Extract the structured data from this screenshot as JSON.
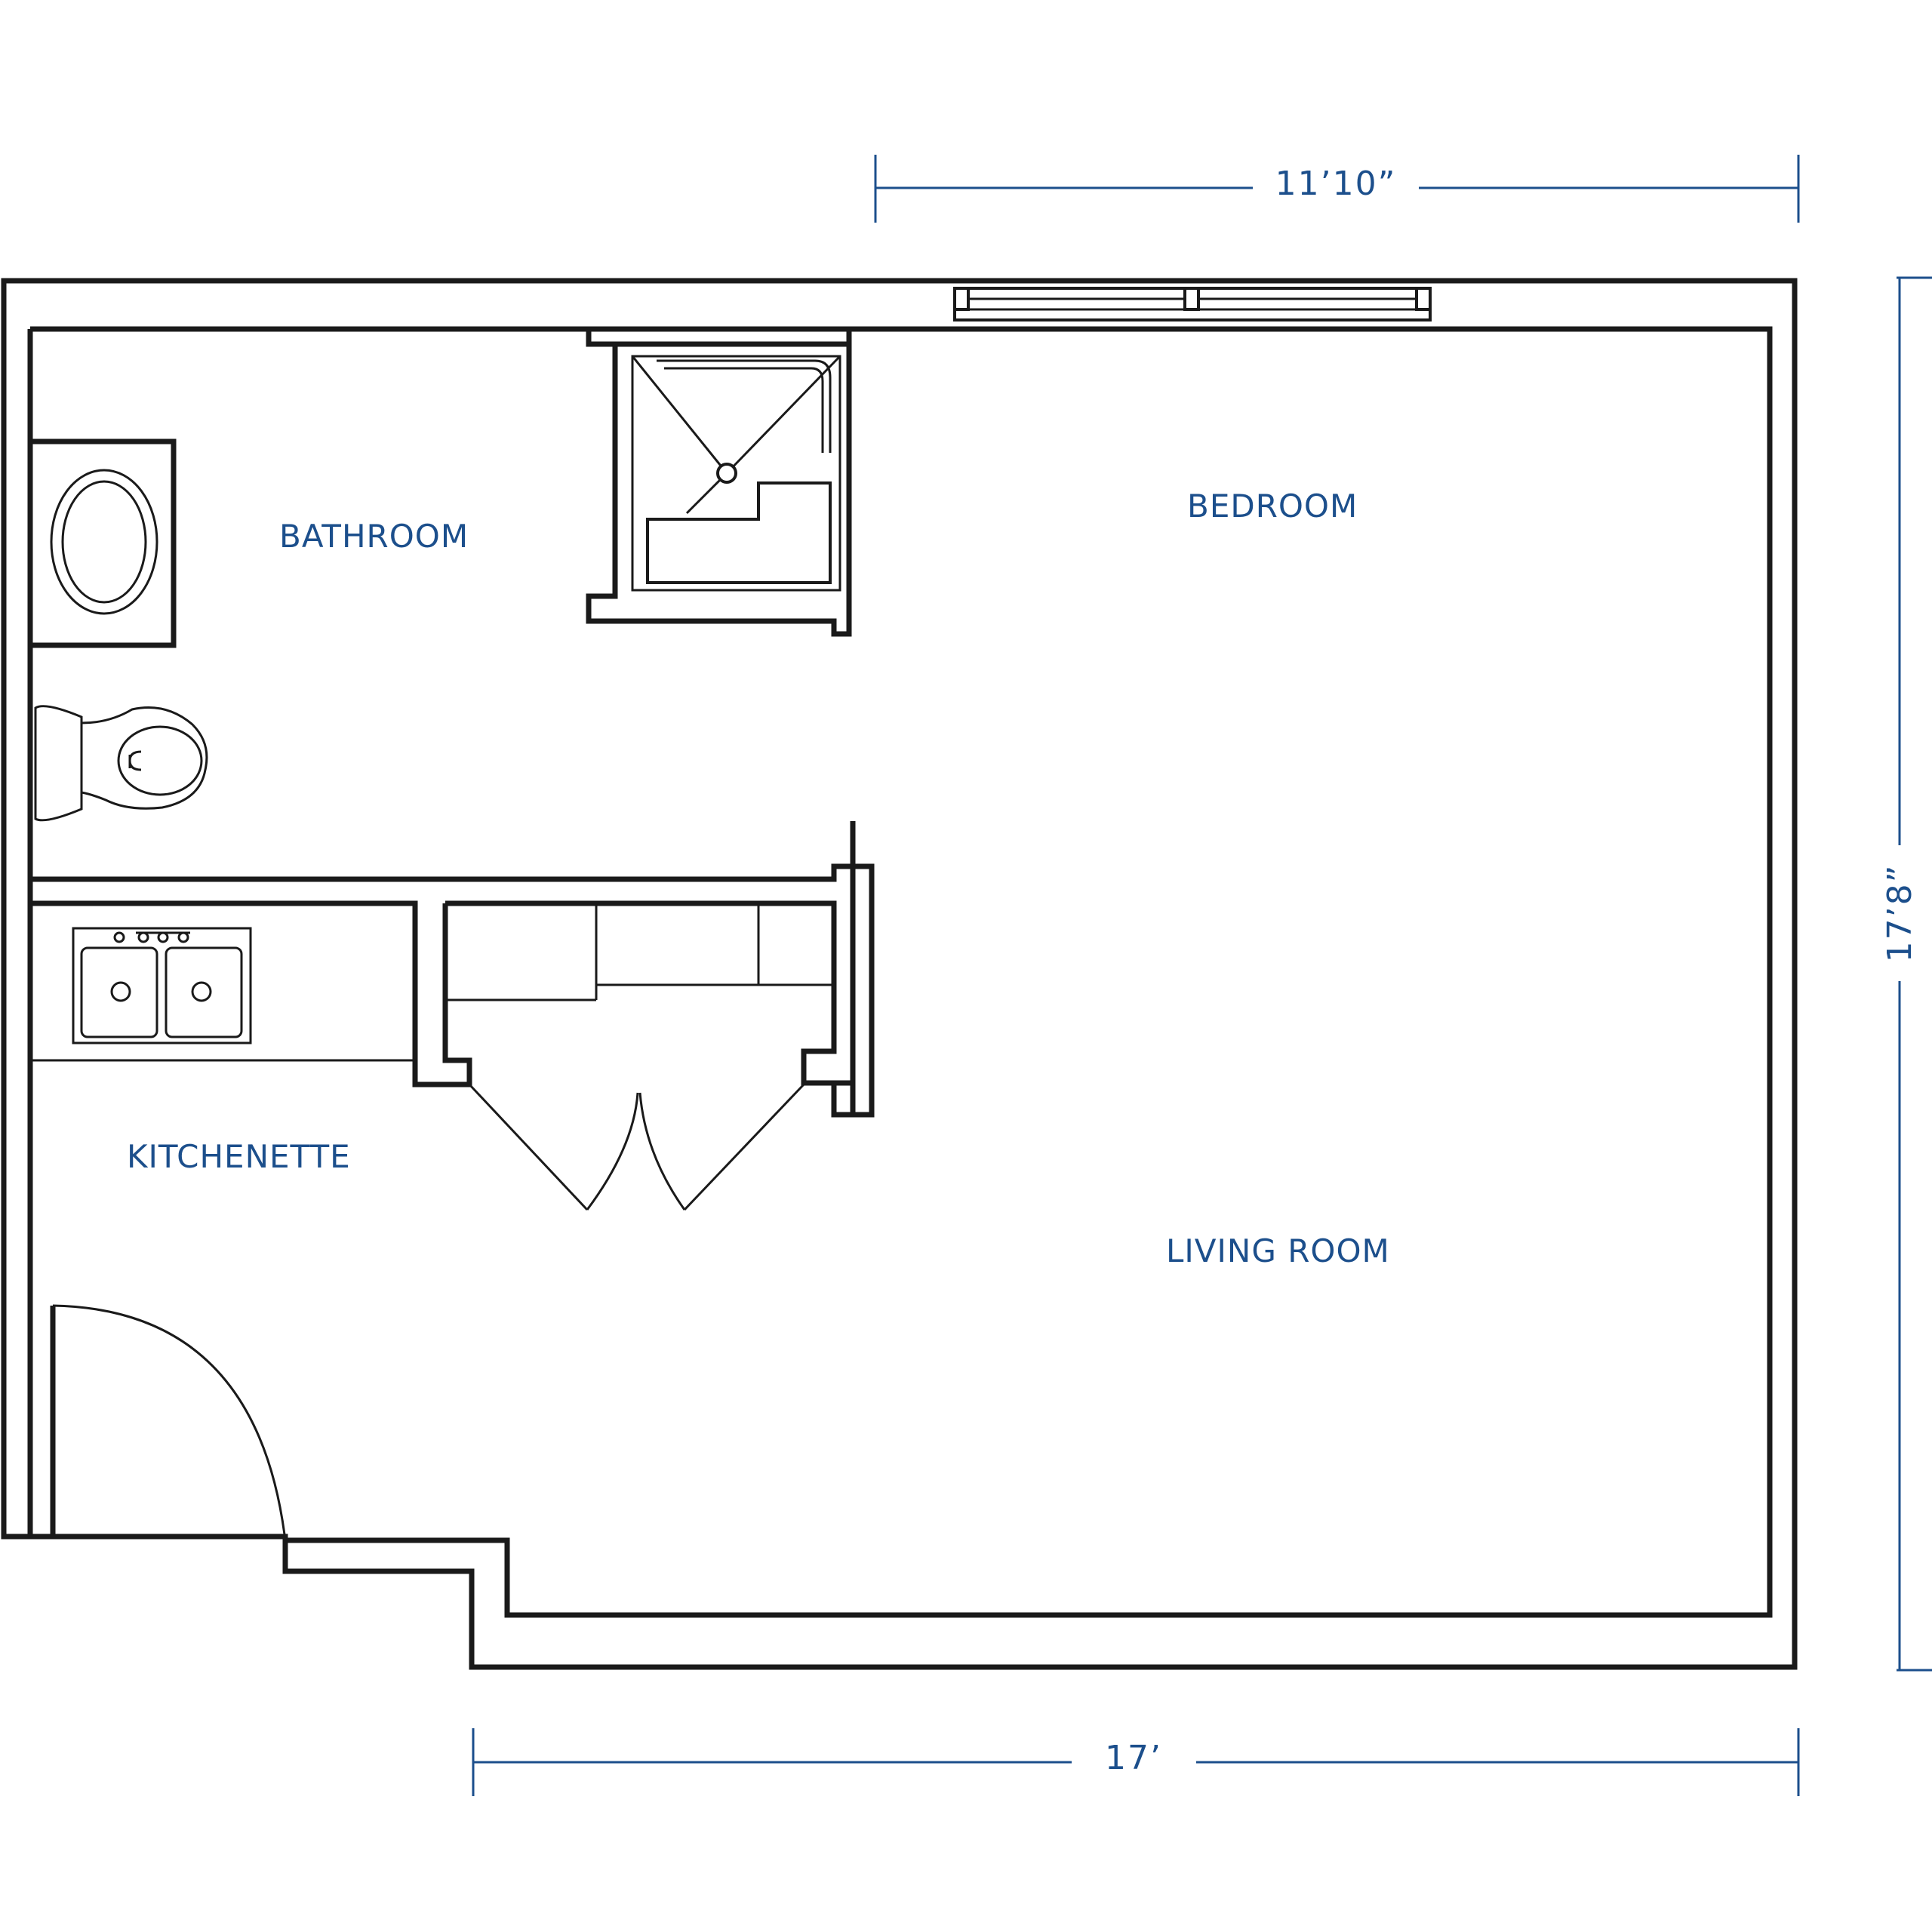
{
  "rooms": {
    "bathroom": "BATHROOM",
    "bedroom": "BEDROOM",
    "kitchenette": "KITCHENETTE",
    "living_room": "LIVING ROOM"
  },
  "dimensions": {
    "top_width": "11’10”",
    "bottom_width": "17’",
    "right_height": "17’8”"
  },
  "colors": {
    "label_blue": "#1c4f8c",
    "wall": "#1a1a1a"
  }
}
